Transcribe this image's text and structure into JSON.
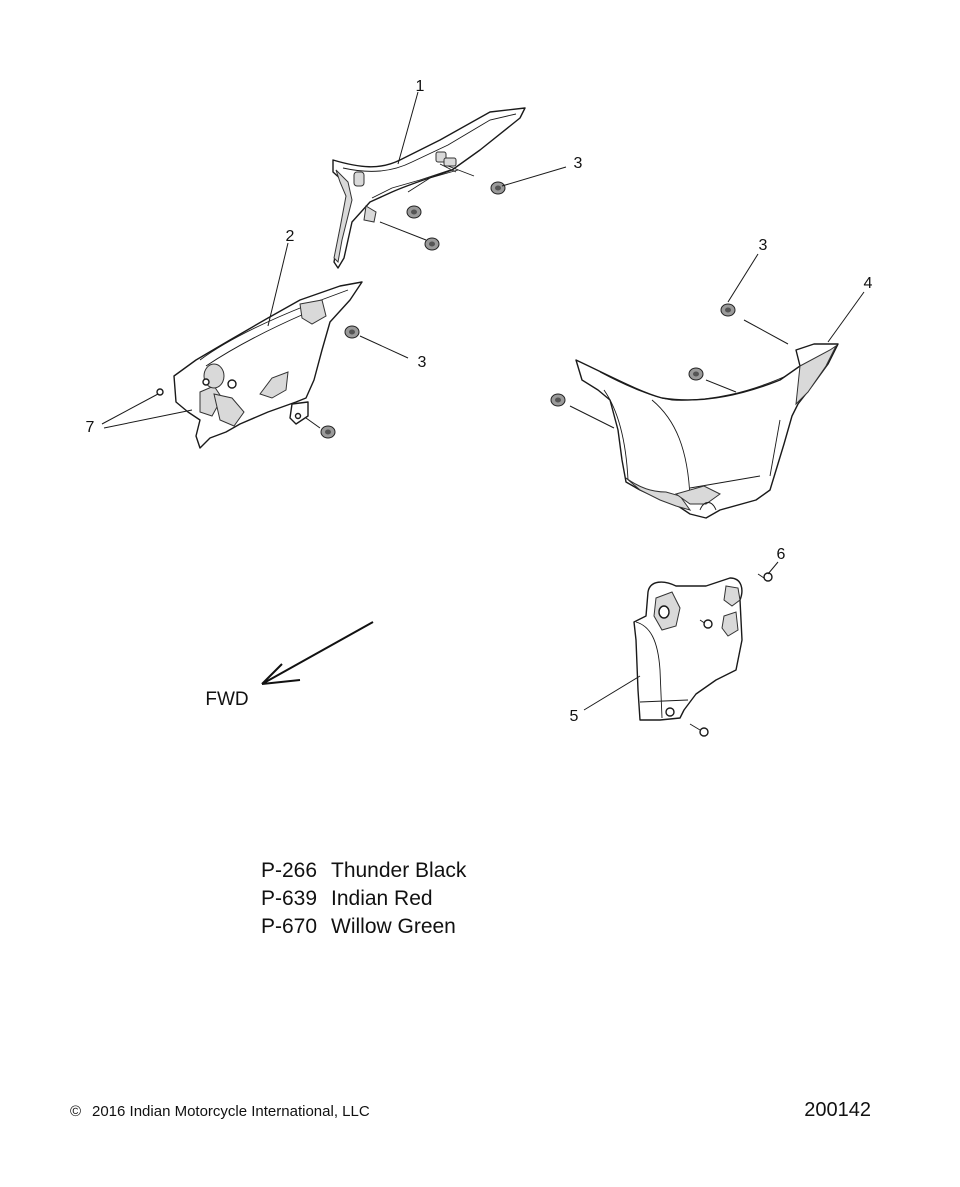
{
  "callouts": {
    "c1": "1",
    "c2": "2",
    "c3a": "3",
    "c3b": "3",
    "c3c": "3",
    "c4": "4",
    "c5": "5",
    "c6": "6",
    "c7": "7"
  },
  "direction": {
    "label": "FWD"
  },
  "legend": [
    {
      "code": "P-266",
      "color": "Thunder Black"
    },
    {
      "code": "P-639",
      "color": "Indian Red"
    },
    {
      "code": "P-670",
      "color": "Willow Green"
    }
  ],
  "footer": {
    "copyright_symbol": "©",
    "copyright": "2016 Indian Motorcycle International, LLC",
    "document_number": "200142"
  }
}
